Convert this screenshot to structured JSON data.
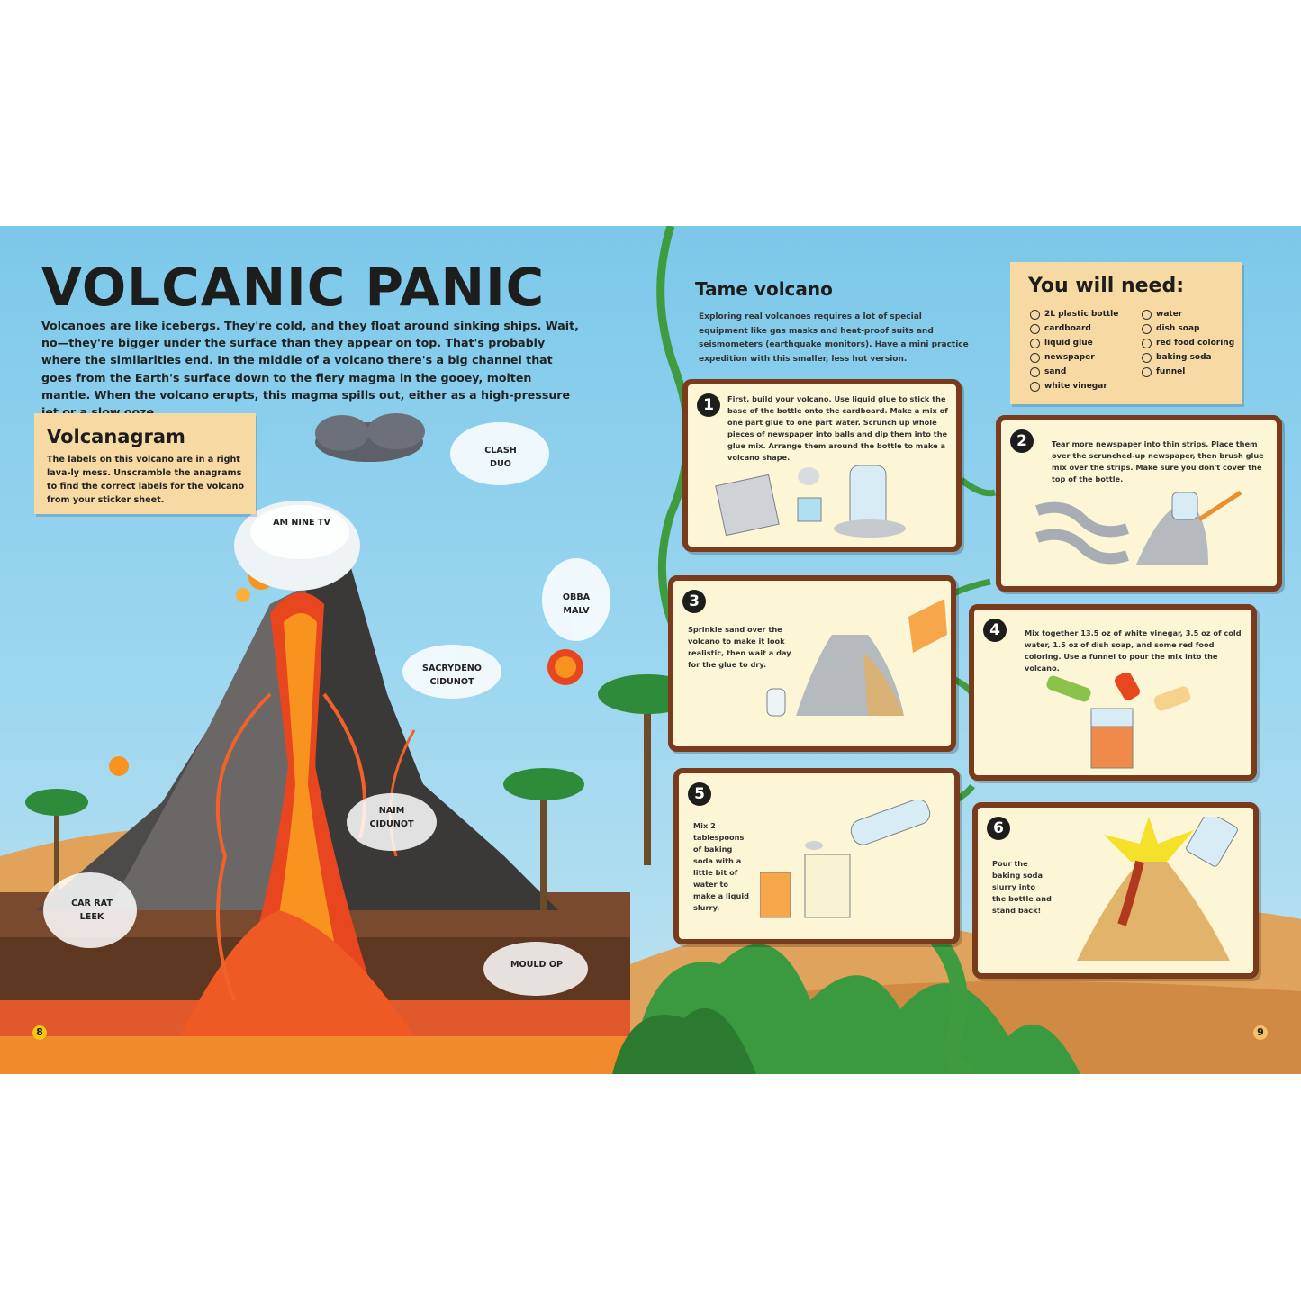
{
  "title": "VOLCANIC PANIC",
  "intro": "Volcanoes are like icebergs. They're cold, and they float around sinking ships. Wait, no—they're bigger under the surface than they appear on top. That's probably where the similarities end. In the middle of a volcano there's a big channel that goes from the Earth's surface down to the fiery magma in the gooey, molten mantle. When the volcano erupts, this magma spills out, either as a high-pressure jet or a slow ooze.",
  "volcanagram": {
    "heading": "Volcanagram",
    "text": "The labels on this volcano are in a right lava-ly mess. Unscramble the anagrams to find the correct labels for the volcano from your sticker sheet."
  },
  "anagrams": {
    "clash": "CLASH DUO",
    "amnine": "AM NINE TV",
    "obba": "OBBA MALV",
    "sacry": "SACRYDENO CIDUNOT",
    "naim": "NAIM CIDUNOT",
    "carrat": "CAR RAT LEEK",
    "mould": "MOULD OP"
  },
  "tame": {
    "heading": "Tame volcano",
    "text": "Exploring real volcanoes requires a lot of special equipment like gas masks and heat-proof suits and seismometers (earthquake monitors). Have a mini practice expedition with this smaller, less hot version."
  },
  "need": {
    "heading": "You will need:",
    "col1": [
      "2L plastic bottle",
      "cardboard",
      "liquid glue",
      "newspaper",
      "sand",
      "white vinegar"
    ],
    "col2": [
      "water",
      "dish soap",
      "red food coloring",
      "baking soda",
      "funnel"
    ]
  },
  "steps": [
    {
      "n": "1",
      "text": "First, build your volcano. Use liquid glue to stick the base of the bottle onto the cardboard. Make a mix of one part glue to one part water. Scrunch up whole pieces of newspaper into balls and dip them into the glue mix. Arrange them around the bottle to make a volcano shape."
    },
    {
      "n": "2",
      "text": "Tear more newspaper into thin strips. Place them over the scrunched-up newspaper, then brush glue mix over the strips. Make sure you don't cover the top of the bottle."
    },
    {
      "n": "3",
      "text": "Sprinkle sand over the volcano to make it look realistic, then wait a day for the glue to dry."
    },
    {
      "n": "4",
      "text": "Mix together 13.5 oz of white vinegar, 3.5 oz of cold water, 1.5 oz of dish soap, and some red food coloring. Use a funnel to pour the mix into the volcano."
    },
    {
      "n": "5",
      "text": "Mix 2 tablespoons of baking soda with a little bit of water to make a liquid slurry."
    },
    {
      "n": "6",
      "text": "Pour the baking soda slurry into the bottle and stand back!"
    }
  ],
  "pages": {
    "left": "8",
    "right": "9"
  }
}
